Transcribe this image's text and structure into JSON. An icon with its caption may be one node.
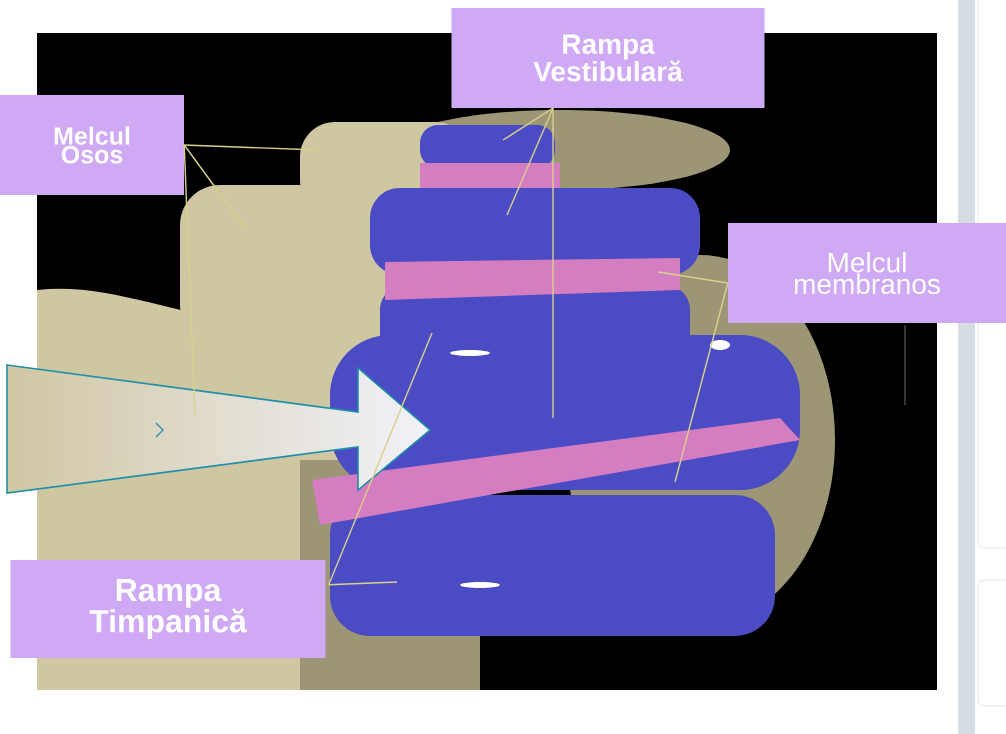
{
  "diagram": {
    "nodes": [
      {
        "text": [
          "Melcul Osos"
        ]
      },
      {
        "text": [
          "Rampa Vestibulară"
        ]
      },
      {
        "text": [
          "Melcul membranos"
        ]
      },
      {
        "text": [
          "Rampa Timpanică"
        ]
      }
    ],
    "edges": [
      {
        "from": 0,
        "to": null,
        "arrow": "none"
      },
      {
        "from": 0,
        "to": null,
        "arrow": "none"
      },
      {
        "from": 0,
        "to": null,
        "arrow": "none"
      },
      {
        "from": 1,
        "to": null,
        "arrow": "none"
      },
      {
        "from": 1,
        "to": null,
        "arrow": "none"
      },
      {
        "from": 1,
        "to": null,
        "arrow": "none"
      },
      {
        "from": 2,
        "to": null,
        "arrow": "none"
      },
      {
        "from": 2,
        "to": null,
        "arrow": "none"
      },
      {
        "from": 3,
        "to": null,
        "arrow": "none"
      },
      {
        "from": 3,
        "to": null,
        "arrow": "none"
      }
    ]
  }
}
